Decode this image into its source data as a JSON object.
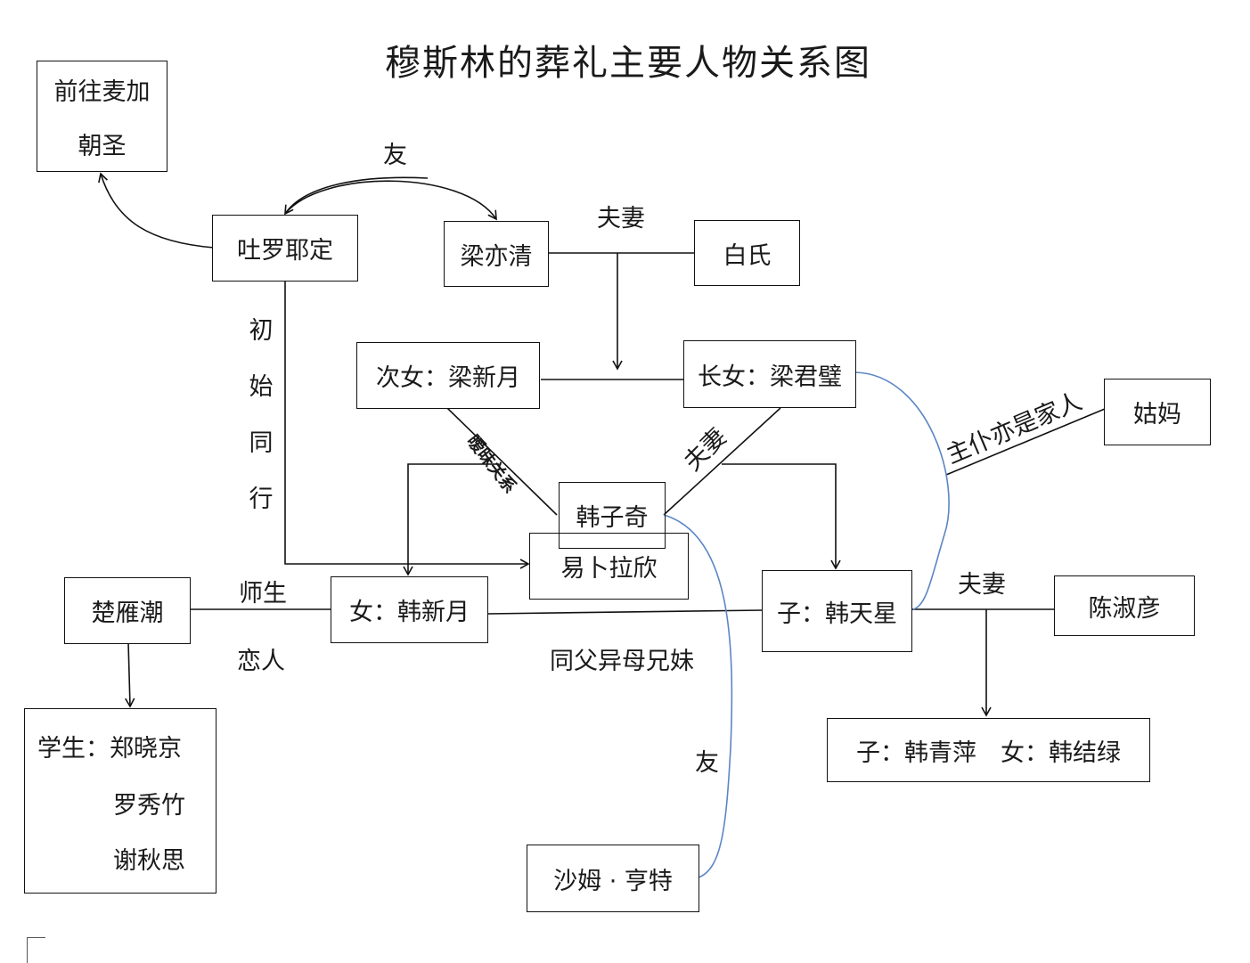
{
  "title": "穆斯林的葬礼主要人物关系图",
  "nodes": {
    "mecca": [
      "前往麦加",
      "朝圣"
    ],
    "tuluo": "吐罗耶定",
    "liangyiqing": "梁亦清",
    "baishi": "白氏",
    "xinyue2": "次女：梁新月",
    "junbi": "长女：梁君璧",
    "guma": "姑妈",
    "hanziqi": "韩子奇",
    "yipu": "易卜拉欣",
    "chuyanchao": "楚雁潮",
    "hanxinyue": "女：韩新月",
    "hantianxing": "子：韩天星",
    "chenshuyan": "陈淑彦",
    "students": [
      "学生：郑晓京",
      "罗秀竹",
      "谢秋思"
    ],
    "grandkids": "子：韩青萍　女：韩结绿",
    "shamu": "沙姆 · 亨特"
  },
  "labels": {
    "friend_top": "友",
    "couple_liang": "夫妻",
    "initial_travel": [
      "初",
      "始",
      "同",
      "行"
    ],
    "ambiguous": "暧昧关系",
    "couple_han": "夫妻",
    "master_servant": "主仆亦是家人",
    "teacher_student": "师生",
    "lovers": "恋人",
    "half_siblings": "同父异母兄妹",
    "couple_tianxing": "夫妻",
    "friend_bottom": "友"
  },
  "colors": {
    "line": "#111111",
    "blue_link": "#5b86c4"
  }
}
